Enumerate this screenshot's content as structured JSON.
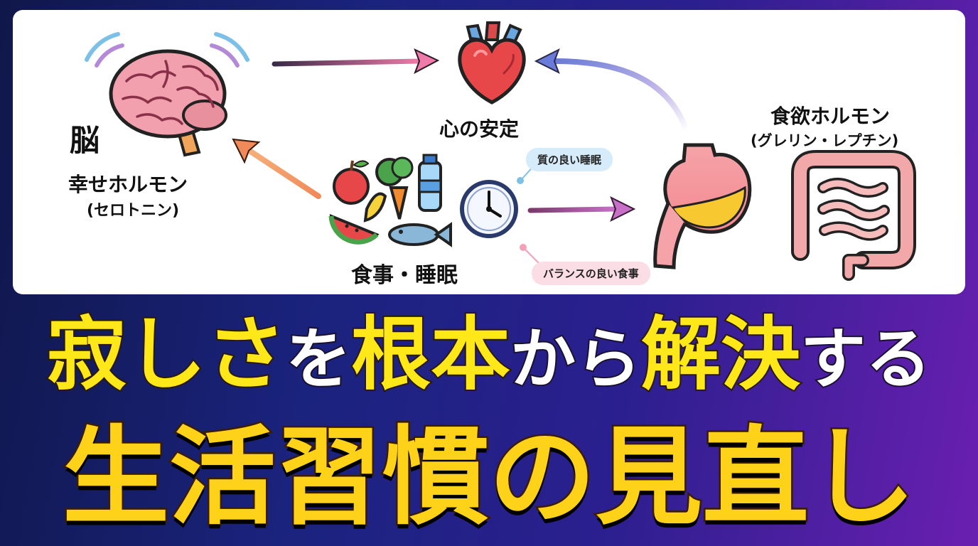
{
  "diagram": {
    "brain": {
      "title": "脳",
      "hormone": "幸せホルモン",
      "hormone_sub": "(セロトニン)"
    },
    "heart": {
      "label": "心の安定"
    },
    "food_sleep": {
      "label": "食事・睡眠"
    },
    "gut": {
      "hormone": "食欲ホルモン",
      "hormone_sub": "(グレリン・レプチン)"
    },
    "tags": {
      "sleep": "質の良い睡眠",
      "diet": "バランスの良い食事"
    }
  },
  "headline": {
    "line1": [
      {
        "text": "寂しさ",
        "style": "yellow"
      },
      {
        "text": "を",
        "style": "white"
      },
      {
        "text": "根本",
        "style": "yellow"
      },
      {
        "text": "から",
        "style": "white"
      },
      {
        "text": "解決",
        "style": "yellow"
      },
      {
        "text": "する",
        "style": "white"
      }
    ],
    "line2": "生活習慣の見直し"
  },
  "colors": {
    "highlight_yellow": "#ffe81a",
    "headline_gold": "#ffd21a",
    "sleep_tag_bg": "#d6ecfb",
    "diet_tag_bg": "#fbdde6"
  }
}
